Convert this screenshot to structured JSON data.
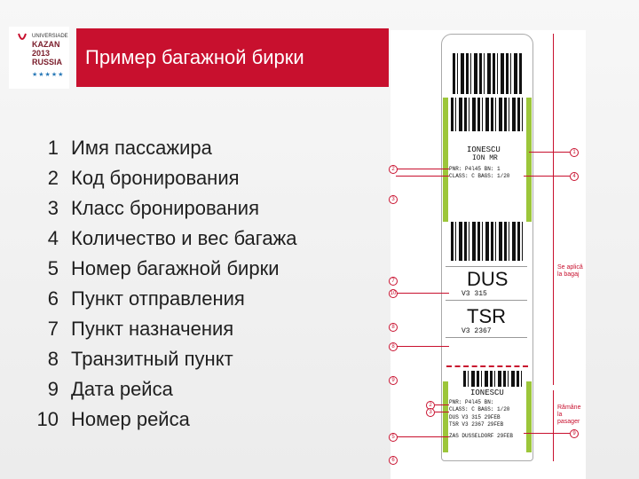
{
  "logo": {
    "line1": "UNIVERSIADE",
    "line2": "KAZAN",
    "line3": "2013",
    "line4": "RUSSIA",
    "stars": "★★★★★"
  },
  "title": "Пример багажной бирки",
  "items": [
    {
      "num": "1",
      "label": "Имя пассажира"
    },
    {
      "num": "2",
      "label": "Код бронирования"
    },
    {
      "num": "3",
      "label": "Класс бронирования"
    },
    {
      "num": "4",
      "label": "Количество и вес багажа"
    },
    {
      "num": "5",
      "label": "Номер багажной бирки"
    },
    {
      "num": "6",
      "label": "Пункт отправления"
    },
    {
      "num": "7",
      "label": "Пункт назначения"
    },
    {
      "num": "8",
      "label": "Транзитный пункт"
    },
    {
      "num": "9",
      "label": "Дата рейса"
    },
    {
      "num": "10",
      "label": "Номер рейса"
    }
  ],
  "tag": {
    "name1": "IONESCU",
    "name2": "ION MR",
    "pnr": "PNR: P4l45  BN: 1",
    "class": "CLASS: C   BAGS: 1/20",
    "dest1": "DUS",
    "flight1": "V3  315",
    "dest2": "TSR",
    "flight2": "V3  2367",
    "stub_name": "IONESCU",
    "stub_pnr": "PNR: P4l45  BN:",
    "stub_class": "CLASS: C    BAGS: 1/20",
    "stub_row1": "DUS  V3   315   29FEB",
    "stub_row2": "TSR  V3   2367  29FEB",
    "stub_row3": "ZAS  DUSSELDORF 29FEB",
    "note_right1": "Se aplică la bagaj",
    "note_right2": "Rămâne la pasager"
  }
}
